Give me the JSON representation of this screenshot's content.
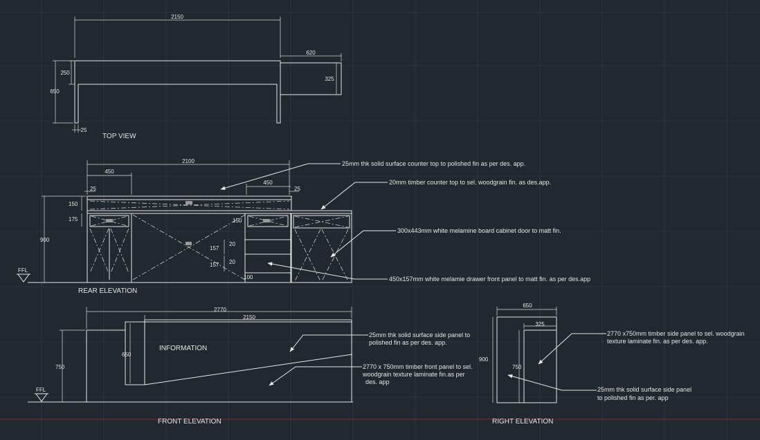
{
  "colors": {
    "background": "#212830",
    "linework": "#e8e8e8",
    "grid": "#2b343e",
    "axis": "#8c2430"
  },
  "top_view": {
    "title": "TOP VIEW",
    "dim_length": "2150",
    "dim_ext_length": "620",
    "dim_depth_small": "250",
    "dim_depth": "650",
    "dim_ext_depth": "325",
    "dim_thickness": "25"
  },
  "rear_elevation": {
    "title": "REAR ELEVATION",
    "ffl": "FFL",
    "dim_length": "2100",
    "dim_left_cab": "450",
    "dim_right_cab": "450",
    "dim_left_25": "25",
    "dim_right_25": "25",
    "dim_150": "150",
    "dim_175": "175",
    "dim_height": "900",
    "dim_150b": "150",
    "dim_157a": "157",
    "dim_157b": "157",
    "dim_20a": "20",
    "dim_20b": "20",
    "dim_100": "100",
    "notes": {
      "counter_top": "25mm thk solid surface counter top to polished fin as per des. app.",
      "timber_top": "20mm timber counter top to sel. woodgrain fin. as des.app.",
      "cabinet_door": "300x443mm white melamine board cabinet door to matt fin.",
      "drawer_front": "450x157mm white melamie drawer front panel to matt fin. as per des.app"
    }
  },
  "front_elevation": {
    "title": "FRONT ELEVATION",
    "ffl": "FFL",
    "information": "INFORMATION",
    "dim_overall": "2770",
    "dim_top": "2150",
    "dim_height": "750",
    "dim_panel": "650",
    "notes": {
      "side_panel_line1": "25mm thk solid surface side panel to",
      "side_panel_line2": "polished fin as per des. app.",
      "front_panel_line1": "2770 x 750mm timber front panel to sel.",
      "front_panel_line2": "woodgrain texture laminate fin.as per",
      "front_panel_line3": "des. app"
    }
  },
  "right_elevation": {
    "title": "RIGHT ELEVATION",
    "dim_width": "650",
    "dim_inner": "325",
    "dim_height": "900",
    "dim_inner_height": "750",
    "notes": {
      "timber_side_line1": "2770 x750mm timber side panel to sel. woodgrain",
      "timber_side_line2": "texture laminate fin. as per des. app.",
      "solid_side_line1": "25mm thk solid surface side panel",
      "solid_side_line2": "to polished fin as per. app"
    }
  }
}
